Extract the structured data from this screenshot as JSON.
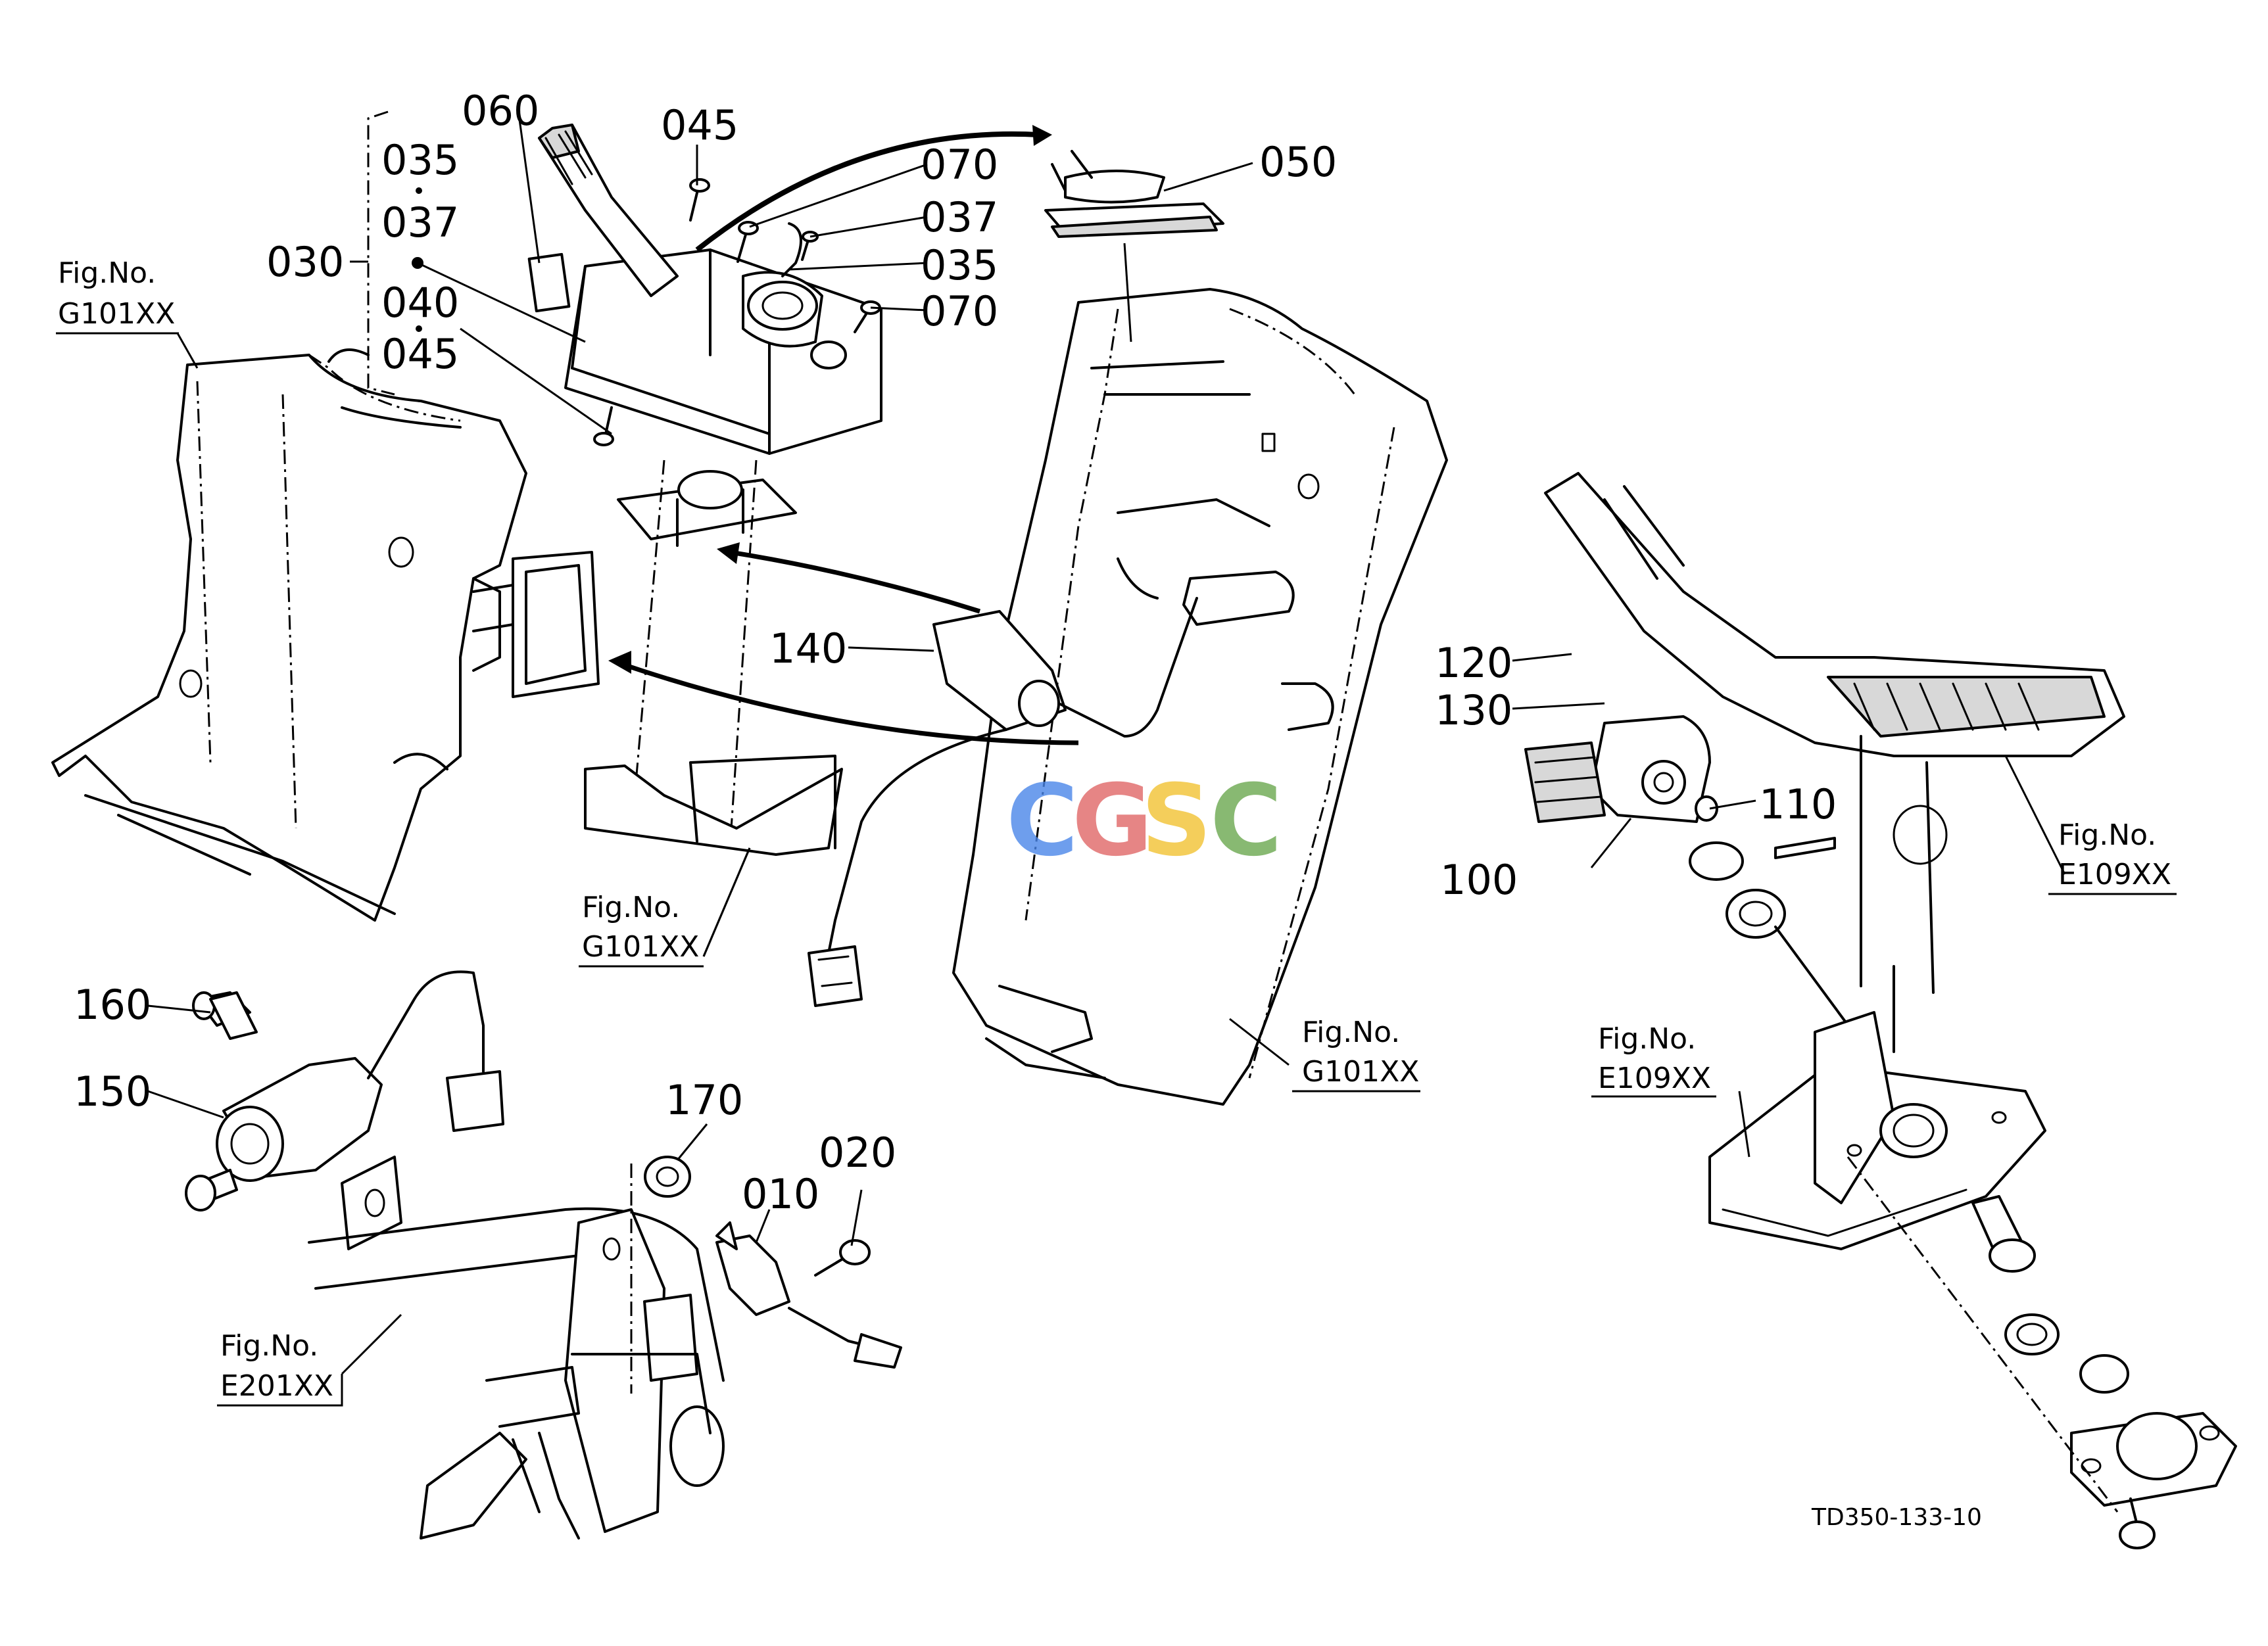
{
  "diagram": {
    "drawing_code": "TD350-133-10",
    "watermark": {
      "letters": [
        "C",
        "G",
        "S",
        "C"
      ],
      "colors": [
        "#4a86e8",
        "#e06666",
        "#f1c232",
        "#6aa84f"
      ]
    },
    "part_labels": {
      "p010": "010",
      "p020": "020",
      "p030": "030",
      "p035a": "035",
      "p035b": "035",
      "p037a": "037",
      "p037b": "037",
      "p040": "040",
      "p045a": "045",
      "p045b": "045",
      "p050": "050",
      "p060": "060",
      "p070a": "070",
      "p070b": "070",
      "p100": "100",
      "p110": "110",
      "p120": "120",
      "p130": "130",
      "p140": "140",
      "p150": "150",
      "p160": "160",
      "p170": "170"
    },
    "figure_refs": [
      {
        "caption": "Fig.No.",
        "code": "G101XX"
      },
      {
        "caption": "Fig.No.",
        "code": "G101XX"
      },
      {
        "caption": "Fig.No.",
        "code": "G101XX"
      },
      {
        "caption": "Fig.No.",
        "code": "E109XX"
      },
      {
        "caption": "Fig.No.",
        "code": "E109XX"
      },
      {
        "caption": "Fig.No.",
        "code": "E201XX"
      }
    ]
  }
}
